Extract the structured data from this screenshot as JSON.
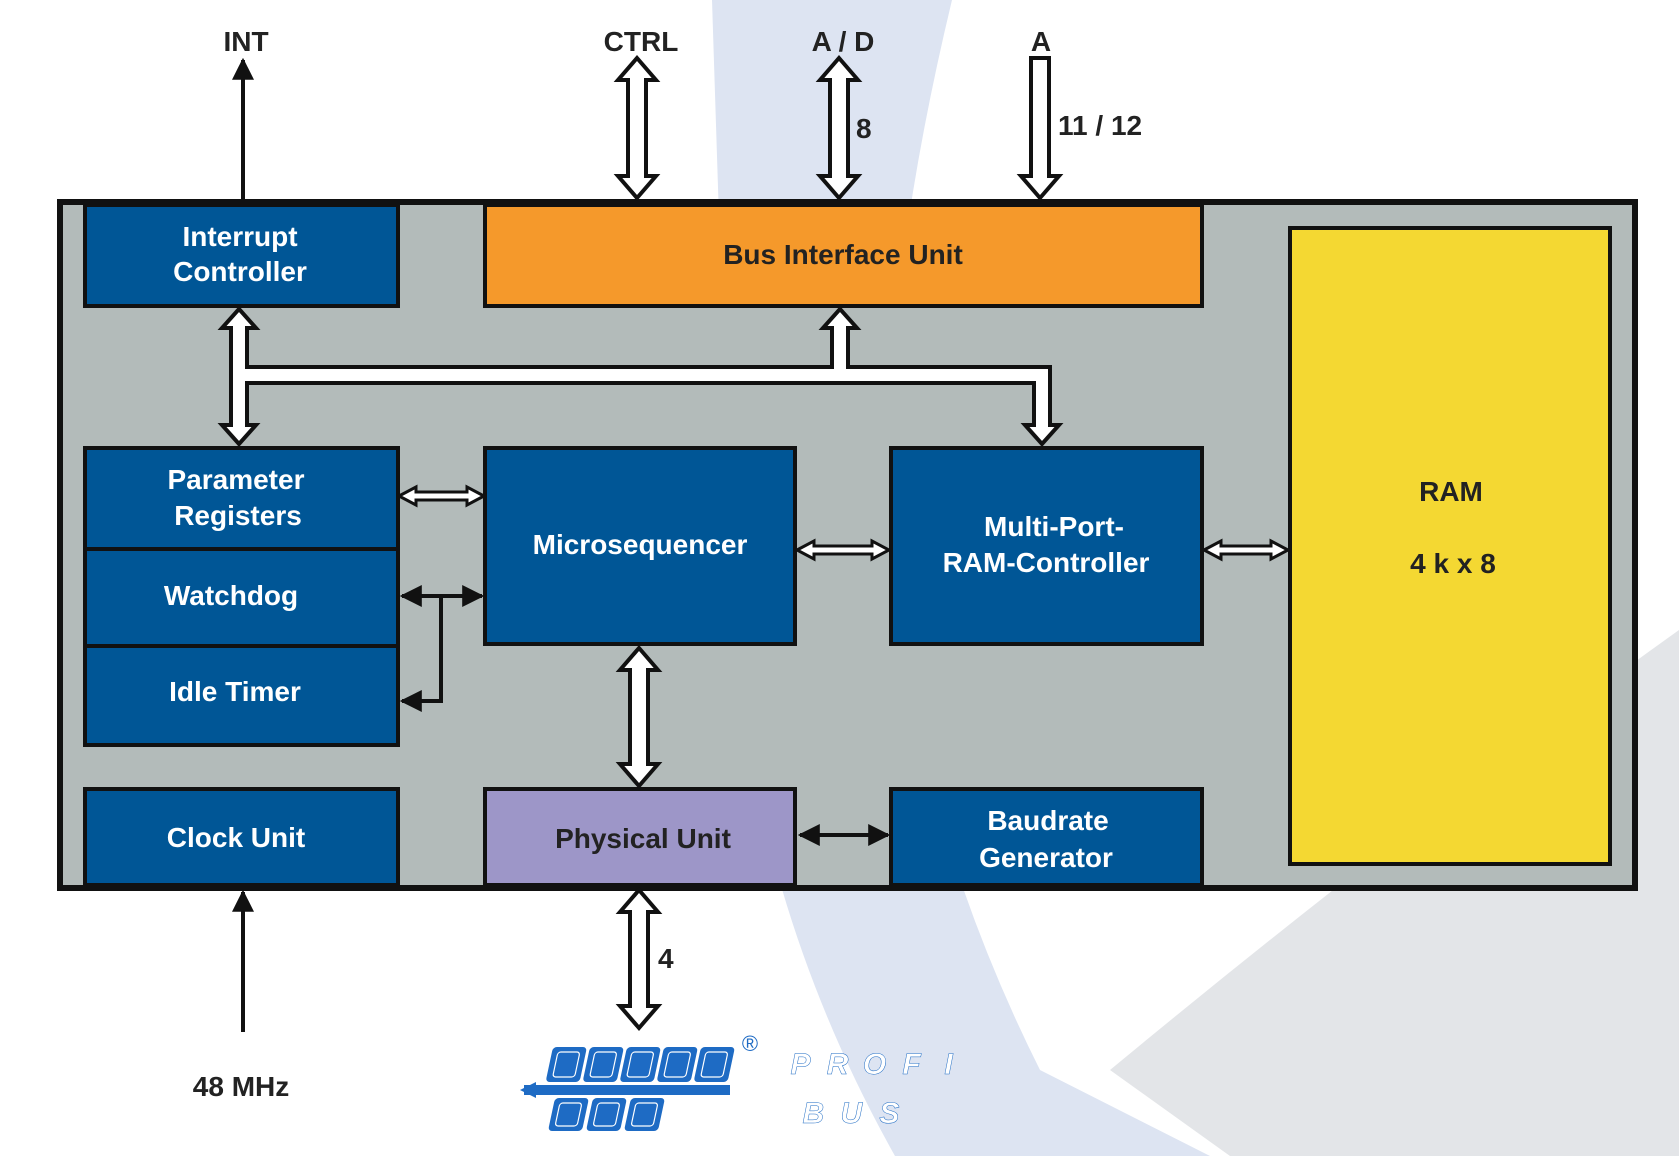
{
  "signals": {
    "int": "INT",
    "ctrl": "CTRL",
    "ad": "A / D",
    "ad_width": "8",
    "addr": "A",
    "addr_width": "11 / 12",
    "clock": "48 MHz",
    "bus_width": "4"
  },
  "blocks": {
    "interrupt_controller": [
      "Interrupt",
      "Controller"
    ],
    "bus_interface_unit": "Bus Interface Unit",
    "parameter_registers": [
      "Parameter",
      "Registers"
    ],
    "watchdog": "Watchdog",
    "idle_timer": "Idle Timer",
    "microsequencer": "Microsequencer",
    "ram_controller": [
      "Multi-Port-",
      "RAM-Controller"
    ],
    "ram": [
      "RAM",
      "4 k x 8"
    ],
    "clock_unit": "Clock Unit",
    "physical_unit": "Physical Unit",
    "baudrate_generator": [
      "Baudrate",
      "Generator"
    ]
  },
  "logo": {
    "top": [
      "P",
      "R",
      "O",
      "F",
      "I"
    ],
    "bottom": [
      "B",
      "U",
      "S"
    ],
    "registered": "®"
  },
  "colors": {
    "chip_fill": "#b3bbba",
    "block_blue": "#005696",
    "bus_orange": "#f5992b",
    "ram_yellow": "#f4d832",
    "phys_purple": "#9d96c8",
    "logo_blue": "#1e6bc4",
    "swoosh_blue": "#dde4f2",
    "swoosh_grey": "#e3e5e8"
  }
}
